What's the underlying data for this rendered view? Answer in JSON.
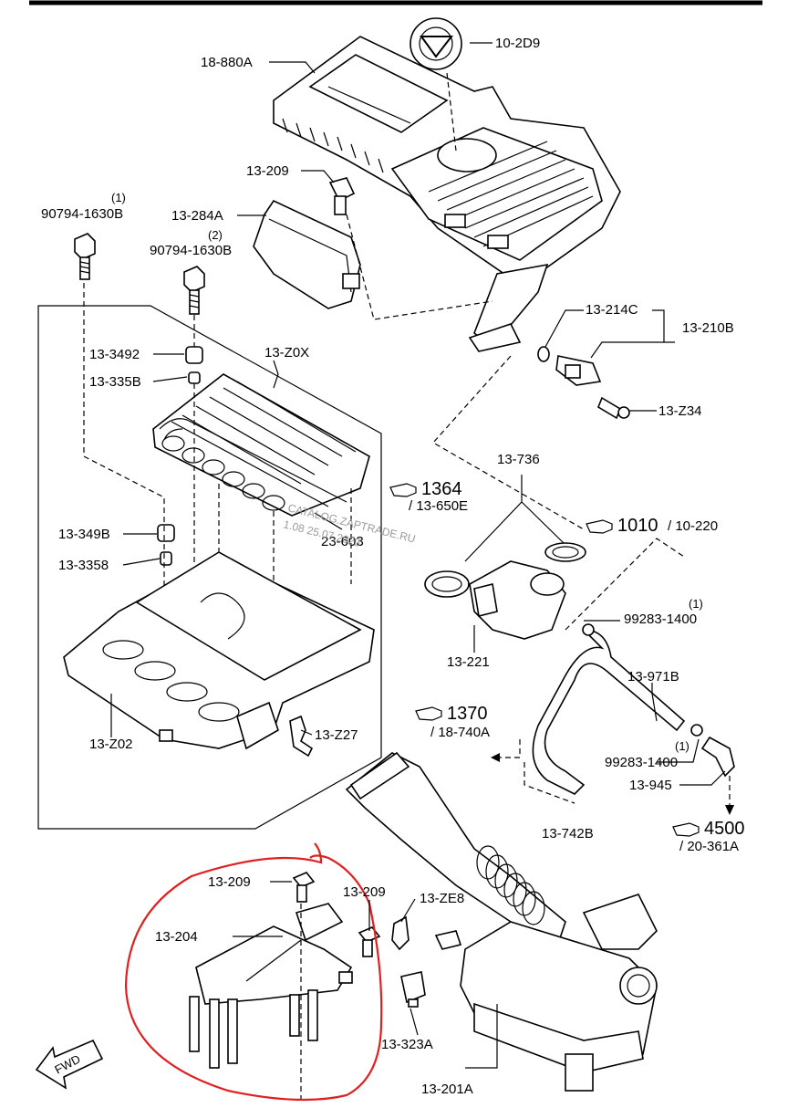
{
  "labels": {
    "l_10_2d9": "10-2D9",
    "l_18_880a": "18-880A",
    "l_13_209_top": "13-209",
    "l_13_284a": "13-284A",
    "l_90794_1": "90794-1630B",
    "l_90794_1_qty": "(1)",
    "l_90794_2": "90794-1630B",
    "l_90794_2_qty": "(2)",
    "l_13_3492": "13-3492",
    "l_13_335b": "13-335B",
    "l_13_z0x": "13-Z0X",
    "l_13_349b": "13-349B",
    "l_13_3358": "13-3358",
    "l_23_603": "23-603",
    "l_13_z02": "13-Z02",
    "l_13_z27": "13-Z27",
    "l_13_214c": "13-214C",
    "l_13_210b": "13-210B",
    "l_13_z34": "13-Z34",
    "l_13_736": "13-736",
    "l_1364": "1364",
    "l_13_650e": "/ 13-650E",
    "l_1010": "1010",
    "l_10_220": "/ 10-220",
    "l_99283_a": "99283-1400",
    "l_99283_a_qty": "(1)",
    "l_13_221": "13-221",
    "l_13_971b": "13-971B",
    "l_1370": "1370",
    "l_18_740a": "/ 18-740A",
    "l_99283_b": "99283-1400",
    "l_99283_b_qty": "(1)",
    "l_13_945": "13-945",
    "l_13_742b": "13-742B",
    "l_4500": "4500",
    "l_20_361a": "/ 20-361A",
    "l_13_209_a": "13-209",
    "l_13_209_b": "13-209",
    "l_13_204": "13-204",
    "l_13_ze8": "13-ZE8",
    "l_13_323a": "13-323A",
    "l_13_201a": "13-201A",
    "l_fwd": "FWD",
    "watermark_1": "CATALOG.ZAPTRADE.RU",
    "watermark_2": "1.08 25.07.2023"
  },
  "colors": {
    "ink": "#000000",
    "highlight": "#e02020",
    "watermark": "#9a9a9a"
  },
  "icons": {
    "reference_hand": "pointing-hand-icon",
    "forward_arrow": "fwd-arrow-icon"
  }
}
